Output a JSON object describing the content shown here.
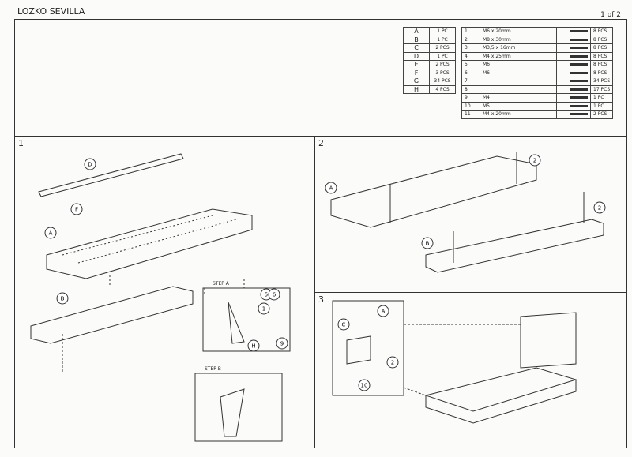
{
  "header": {
    "title": "LOZKO SEVILLA",
    "page": "1 of 2"
  },
  "parts": [
    {
      "id": "A",
      "qty": "1 PC"
    },
    {
      "id": "B",
      "qty": "1 PC"
    },
    {
      "id": "C",
      "qty": "2 PCS"
    },
    {
      "id": "D",
      "qty": "1 PC"
    },
    {
      "id": "E",
      "qty": "2 PCS"
    },
    {
      "id": "F",
      "qty": "3 PCS"
    },
    {
      "id": "G",
      "qty": "34 PCS"
    },
    {
      "id": "H",
      "qty": "4 PCS"
    }
  ],
  "hardware": [
    {
      "no": "1",
      "size": "M6 x 20mm",
      "icon": "bolt-icon",
      "qty": "8 PCS"
    },
    {
      "no": "2",
      "size": "M8 x 30mm",
      "icon": "bolt-icon",
      "qty": "8 PCS"
    },
    {
      "no": "3",
      "size": "M3,5 x 16mm",
      "icon": "screw-icon",
      "qty": "8 PCS"
    },
    {
      "no": "4",
      "size": "M4 x 25mm",
      "icon": "screw-icon",
      "qty": "8 PCS"
    },
    {
      "no": "5",
      "size": "M6",
      "icon": "washer-icon",
      "qty": "8 PCS"
    },
    {
      "no": "6",
      "size": "M6",
      "icon": "nut-icon",
      "qty": "8 PCS"
    },
    {
      "no": "7",
      "size": "",
      "icon": "slat-holder-icon",
      "qty": "34 PCS"
    },
    {
      "no": "8",
      "size": "",
      "icon": "slat-cap-icon",
      "qty": "17 PCS"
    },
    {
      "no": "9",
      "size": "M4",
      "icon": "allen-key-icon",
      "qty": "1 PC"
    },
    {
      "no": "10",
      "size": "M5",
      "icon": "allen-key-icon",
      "qty": "1 PC"
    },
    {
      "no": "11",
      "size": "M4 x 20mm",
      "icon": "screw-icon",
      "qty": "2 PCS"
    }
  ],
  "steps": {
    "s1": {
      "num": "1",
      "callouts": [
        "D",
        "F",
        "A",
        "B",
        "H",
        "5",
        "6",
        "1",
        "9"
      ],
      "step_a": "STEP A",
      "step_b": "STEP B"
    },
    "s2": {
      "num": "2",
      "callouts": [
        "A",
        "B",
        "2",
        "2"
      ]
    },
    "s3": {
      "num": "3",
      "callouts": [
        "C",
        "A",
        "2",
        "10"
      ]
    }
  }
}
